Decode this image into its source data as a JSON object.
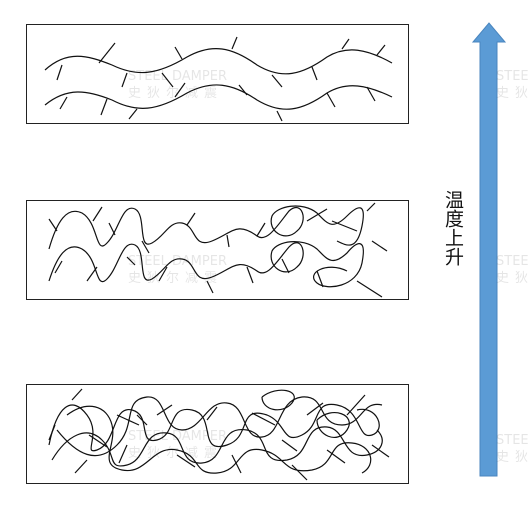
{
  "label": "温度上升",
  "colors": {
    "arrow_fill": "#5B9BD5",
    "arrow_stroke": "#4A86BF",
    "line": "#111111"
  },
  "watermark": {
    "en": "STEEL DAMPER",
    "cn": "史狄尔减震"
  },
  "panels": [
    {
      "state": "ordered chains"
    },
    {
      "state": "folding chains"
    },
    {
      "state": "entangled chains"
    }
  ]
}
